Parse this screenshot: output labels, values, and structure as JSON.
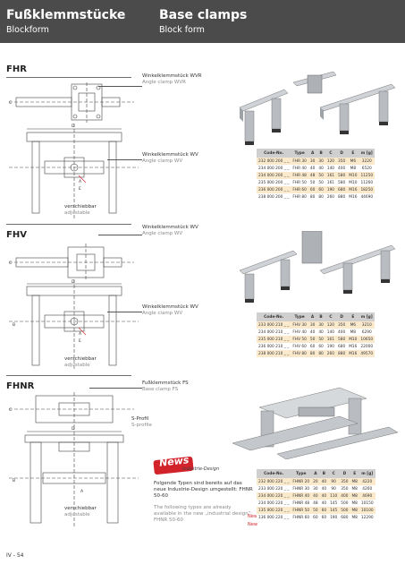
{
  "header": {
    "title_de": "Fußklemmstücke",
    "title_en": "Base clamps",
    "sub_de": "Blockform",
    "sub_en": "Block form"
  },
  "sections": {
    "fhr": {
      "label": "FHR"
    },
    "fhv": {
      "label": "FHV"
    },
    "fhnr": {
      "label": "FHNR"
    }
  },
  "captions": {
    "wvr_de": "Winkelklemmstück WVR",
    "wvr_en": "Angle clamp WVR",
    "wv1_de": "Winkelklemmstück WV",
    "wv1_en": "Angle clamp WV",
    "wv2_de": "Winkelklemmstück WV",
    "wv2_en": "Angle clamp WV",
    "wv3_de": "Winkelklemmstück WV",
    "wv3_en": "Angle clamp WV",
    "fs_de": "Fußklemmstück FS",
    "fs_en": "Base clamp FS",
    "sprofil_de": "S-Profil",
    "sprofil_en": "S-profile",
    "adj1_de": "verschiebbar",
    "adj1_en": "adjustable",
    "adj2_de": "verschiebbar",
    "adj2_en": "adjustable",
    "adj3_de": "verschiebbar",
    "adj3_en": "adjustable"
  },
  "dims": {
    "a": "A",
    "b": "B",
    "c": "C",
    "d": "D",
    "e": "E"
  },
  "table_headers": [
    "Code-No.",
    "Type",
    "A",
    "B",
    "C",
    "D",
    "E",
    "m [g]"
  ],
  "table_fhr": [
    [
      "232 000 200 _ _",
      "FHR 30",
      "30",
      "30",
      "120",
      "350",
      "M6",
      "3220"
    ],
    [
      "234 000 200 _ _",
      "FHR 40",
      "40",
      "40",
      "140",
      "400",
      "M8",
      "6520"
    ],
    [
      "234 000 200 _ _",
      "FHR 48",
      "48",
      "50",
      "161",
      "580",
      "M10",
      "11250"
    ],
    [
      "235 000 200 _ _",
      "FHR 50",
      "50",
      "50",
      "161",
      "580",
      "M10",
      "11260"
    ],
    [
      "236 000 200 _ _",
      "FHR 60",
      "60",
      "60",
      "190",
      "680",
      "M16",
      "18250"
    ],
    [
      "238 000 200 _ _",
      "FHR 80",
      "80",
      "80",
      "260",
      "880",
      "M16",
      "44690"
    ]
  ],
  "table_fhv": [
    [
      "233 000 210 _ _",
      "FHV 30",
      "30",
      "30",
      "120",
      "350",
      "M6",
      "3210"
    ],
    [
      "234 000 210 _ _",
      "FHV 40",
      "40",
      "40",
      "140",
      "400",
      "M8",
      "6290"
    ],
    [
      "235 000 210 _ _",
      "FHV 50",
      "50",
      "50",
      "161",
      "580",
      "M10",
      "10650"
    ],
    [
      "236 000 210 _ _",
      "FHV 60",
      "60",
      "60",
      "190",
      "680",
      "M16",
      "22000"
    ],
    [
      "238 000 210 _ _",
      "FHV 80",
      "80",
      "80",
      "260",
      "880",
      "M16",
      "49570"
    ]
  ],
  "table_fhnr": [
    [
      "232 000 220 _ _",
      "FHNR 20",
      "20",
      "40",
      "90",
      "350",
      "M8",
      "4220"
    ],
    [
      "233 000 220 _ _",
      "FHNR 30",
      "30",
      "40",
      "90",
      "350",
      "M8",
      "4260"
    ],
    [
      "234 000 220 _ _",
      "FHNR 40",
      "40",
      "40",
      "110",
      "400",
      "M8",
      "4690"
    ],
    [
      "234 000 220 _ _",
      "FHNR 48",
      "48",
      "40",
      "145",
      "500",
      "M8",
      "10150"
    ],
    [
      "135 000 220 _ _",
      "FHNR 50",
      "50",
      "60",
      "145",
      "500",
      "M8",
      "10100"
    ],
    [
      "136 000 220 _ _",
      "FHNR 60",
      "60",
      "60",
      "190",
      "680",
      "M8",
      "12290"
    ]
  ],
  "new_tags": [
    "New",
    "New"
  ],
  "news_badge": {
    "word": "News",
    "sub": "Industrie-Design"
  },
  "fhnr_text": {
    "de": "Folgende Typen sind bereits auf das neue Industrie-Design umgestellt: FHNR 50-60",
    "en": "The following types are already available in the new „industrial design“: FHNR 50-60"
  },
  "footer": {
    "page": "IV - 54"
  },
  "colors": {
    "header_bg": "#4b4b4b",
    "row_tint": "#fbe9cc",
    "accent_red": "#d2232a"
  }
}
